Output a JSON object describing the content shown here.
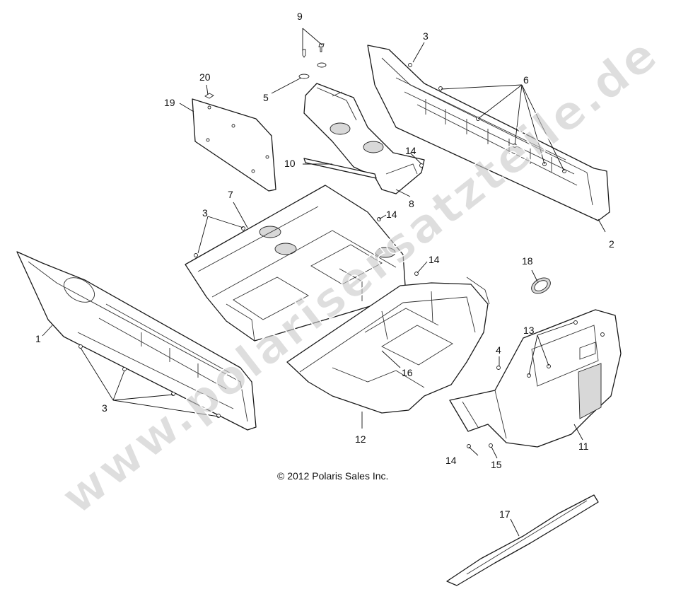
{
  "figure": {
    "copyright": "© 2012 Polaris Sales Inc.",
    "watermark": "www.polarisersatzteile.de"
  },
  "callouts": [
    {
      "id": "c1",
      "label": "1"
    },
    {
      "id": "c2",
      "label": "2"
    },
    {
      "id": "c3a",
      "label": "3"
    },
    {
      "id": "c3b",
      "label": "3"
    },
    {
      "id": "c3c",
      "label": "3"
    },
    {
      "id": "c4",
      "label": "4"
    },
    {
      "id": "c5",
      "label": "5"
    },
    {
      "id": "c6",
      "label": "6"
    },
    {
      "id": "c7",
      "label": "7"
    },
    {
      "id": "c8",
      "label": "8"
    },
    {
      "id": "c9",
      "label": "9"
    },
    {
      "id": "c10",
      "label": "10"
    },
    {
      "id": "c11",
      "label": "11"
    },
    {
      "id": "c12",
      "label": "12"
    },
    {
      "id": "c13",
      "label": "13"
    },
    {
      "id": "c14a",
      "label": "14"
    },
    {
      "id": "c14b",
      "label": "14"
    },
    {
      "id": "c14c",
      "label": "14"
    },
    {
      "id": "c14d",
      "label": "14"
    },
    {
      "id": "c15",
      "label": "15"
    },
    {
      "id": "c16",
      "label": "16"
    },
    {
      "id": "c17",
      "label": "17"
    },
    {
      "id": "c18",
      "label": "18"
    },
    {
      "id": "c19",
      "label": "19"
    },
    {
      "id": "c20",
      "label": "20"
    }
  ]
}
